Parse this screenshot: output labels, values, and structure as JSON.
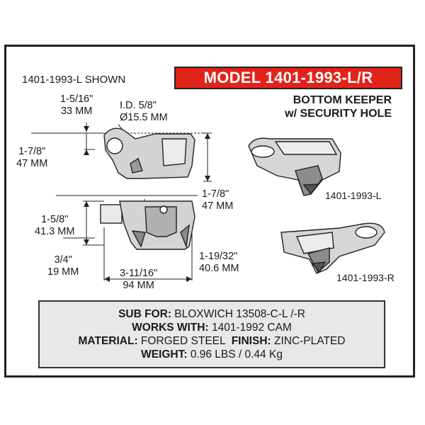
{
  "header": {
    "shown_label": "1401-1993-L SHOWN",
    "model": "MODEL 1401-1993-L/R",
    "subtitle_line1": "BOTTOM KEEPER",
    "subtitle_line2": "w/ SECURITY HOLE"
  },
  "dimensions": {
    "top_width_in": "1-5/16\"",
    "top_width_mm": "33 MM",
    "id_in": "I.D. 5/8\"",
    "id_mm": "Ø15.5 MM",
    "left_height_in": "1-7/8\"",
    "left_height_mm": "47 MM",
    "right_height_in": "1-7/8\"",
    "right_height_mm": "47 MM",
    "side_height_in": "1-5/8\"",
    "side_height_mm": "41.3 MM",
    "base_in": "3/4\"",
    "base_mm": "19 MM",
    "length_in": "3-11/16\"",
    "length_mm": "94 MM",
    "depth_in": "1-19/32\"",
    "depth_mm": "40.6 MM"
  },
  "parts": {
    "left_label": "1401-1993-L",
    "right_label": "1401-1993-R"
  },
  "specs": {
    "sub_for_key": "SUB FOR:",
    "sub_for_val": "BLOXWICH 13508-C-L /-R",
    "works_with_key": "WORKS WITH:",
    "works_with_val": "1401-1992 CAM",
    "material_key": "MATERIAL:",
    "material_val": "FORGED STEEL",
    "finish_key": "FINISH:",
    "finish_val": "ZINC-PLATED",
    "weight_key": "WEIGHT:",
    "weight_val": "0.96 LBS / 0.44 Kg"
  },
  "colors": {
    "model_banner": "#e2231a",
    "spec_box": "#e8e8e8",
    "border": "#222222"
  }
}
